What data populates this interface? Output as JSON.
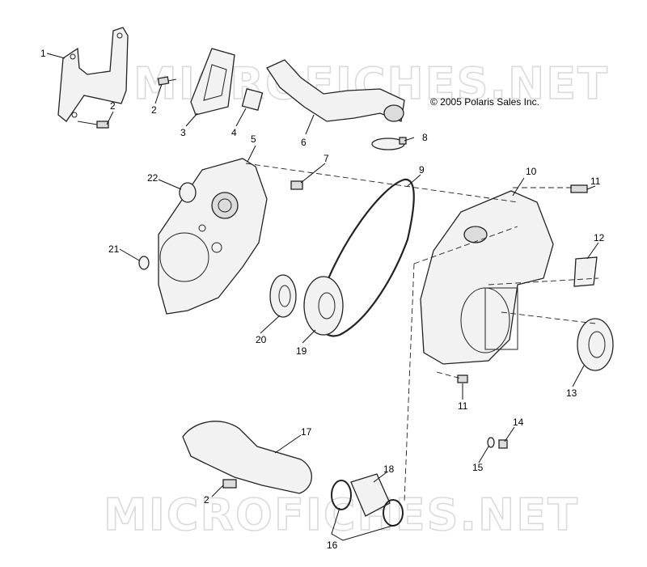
{
  "diagram": {
    "copyright": "© 2005 Polaris Sales Inc.",
    "watermarks": [
      "MICROFICHES.NET",
      "MICROFICHES.NET"
    ],
    "callouts": [
      "1",
      "2",
      "2",
      "3",
      "4",
      "6",
      "8",
      "5",
      "7",
      "22",
      "9",
      "10",
      "11",
      "12",
      "21",
      "20",
      "19",
      "13",
      "11",
      "14",
      "15",
      "17",
      "18",
      "2",
      "16"
    ]
  }
}
